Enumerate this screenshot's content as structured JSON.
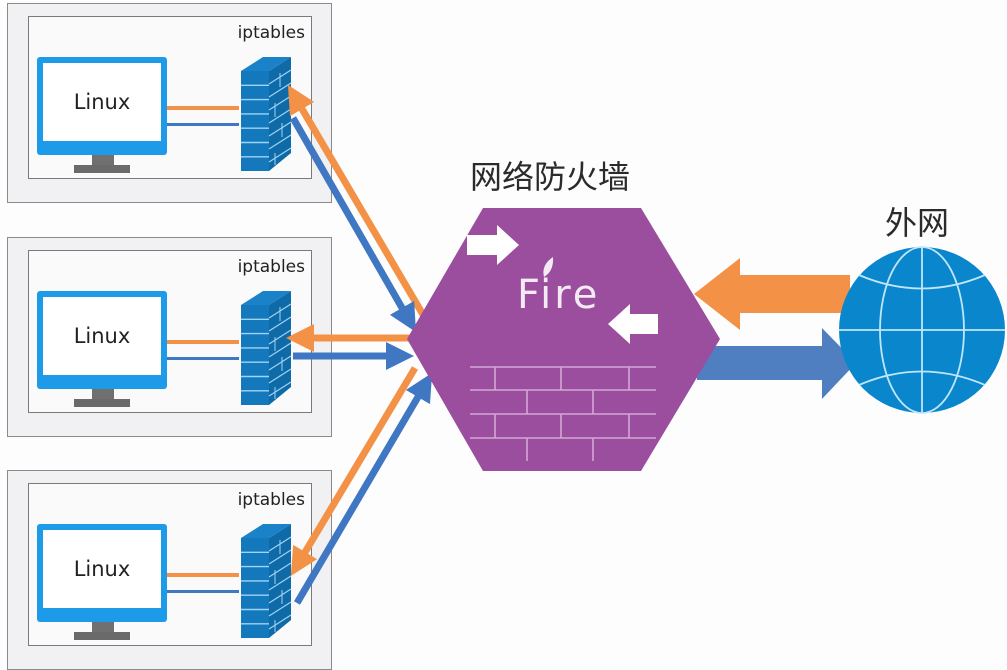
{
  "diagram": {
    "title": "网络防火墙",
    "external_label": "外网",
    "firewall_logo": "Fire",
    "hosts": [
      {
        "os_label": "Linux",
        "firewall_label": "iptables"
      },
      {
        "os_label": "Linux",
        "firewall_label": "iptables"
      },
      {
        "os_label": "Linux",
        "firewall_label": "iptables"
      }
    ],
    "colors": {
      "inbound": "#f39247",
      "outbound": "#3f77c2",
      "firewall": "#9b4d9e",
      "globe": "#0a86cc",
      "host_firewall": "#1478bd",
      "monitor": "#1e9be8"
    },
    "icons": [
      "monitor-icon",
      "brick-firewall-icon",
      "hexagon-firewall-icon",
      "globe-icon",
      "arrow-icon"
    ]
  }
}
